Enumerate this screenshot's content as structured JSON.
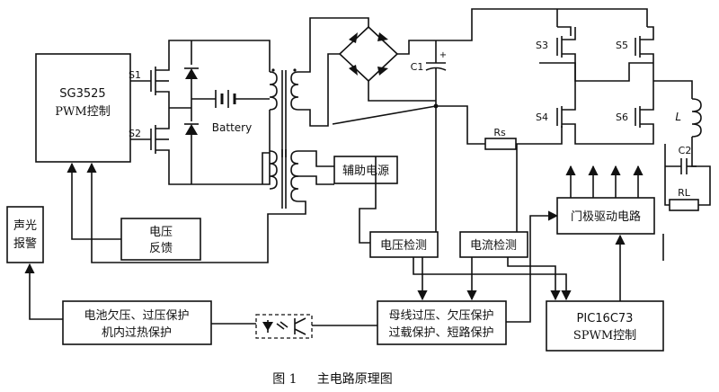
{
  "blocks": {
    "sg3525": [
      "SG3525",
      "PWM控制"
    ],
    "battery": "Battery",
    "aux_power": "辅助电源",
    "voltage_feedback": [
      "电压",
      "反馈"
    ],
    "alarm": [
      "声光",
      "报警"
    ],
    "battery_protect": [
      "电池欠压、过压保护",
      "机内过热保护"
    ],
    "voltage_detect": "电压检测",
    "current_detect": "电流检测",
    "gate_driver": "门极驱动电路",
    "bus_protect": [
      "母线过压、欠压保护",
      "过载保护、短路保护"
    ],
    "pic": [
      "PIC16C73",
      "SPWM控制"
    ]
  },
  "components": {
    "s1": "S1",
    "s2": "S2",
    "s3": "S3",
    "s4": "S4",
    "s5": "S5",
    "s6": "S6",
    "c1": "C1",
    "c2": "C2",
    "rs": "Rs",
    "rl": "RL",
    "l": "L",
    "plus": "+"
  },
  "caption": "图 1     主电路原理图"
}
